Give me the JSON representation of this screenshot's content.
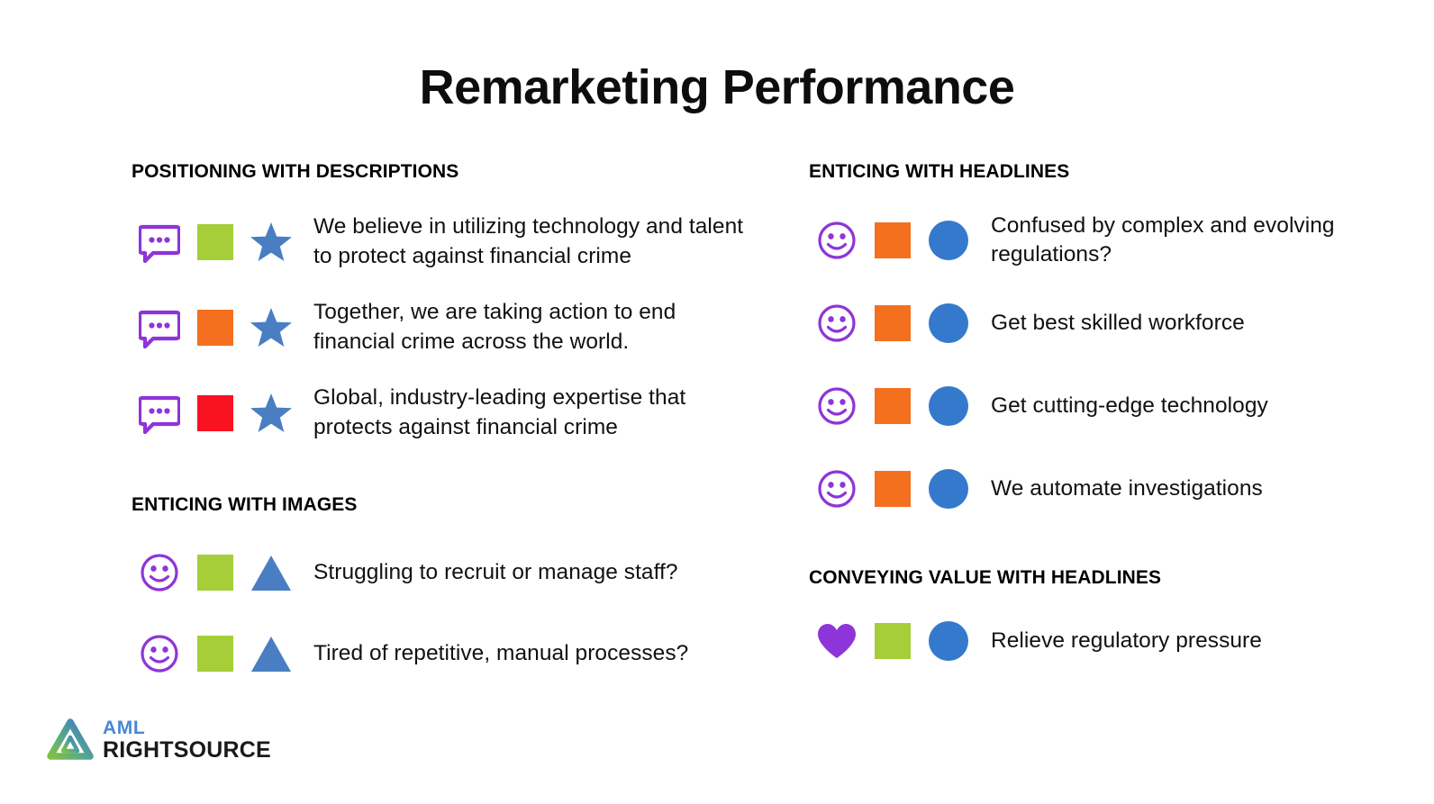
{
  "slide": {
    "title": "Remarketing Performance",
    "background": "#ffffff"
  },
  "colors": {
    "purple": "#8E35D9",
    "green": "#A5CE39",
    "orange": "#F4701F",
    "red": "#F91220",
    "blue": "#4A7EC2",
    "blue_circle": "#3579CC",
    "text": "#111111",
    "heading": "#000000",
    "logo_aml_blue": "#4A86D8",
    "logo_rightsource": "#1A1A1A",
    "logo_gradient_start": "#7FC241",
    "logo_gradient_end": "#3E79C9"
  },
  "columns": {
    "left": {
      "sections": [
        {
          "title": "POSITIONING WITH DESCRIPTIONS",
          "rows": [
            {
              "icons": [
                "speech-bubble-icon",
                "green-square-icon",
                "blue-star-icon"
              ],
              "icon_colors": [
                "#8E35D9",
                "#A5CE39",
                "#4A7EC2"
              ],
              "text": "We believe in utilizing technology and talent to protect against financial crime"
            },
            {
              "icons": [
                "speech-bubble-icon",
                "orange-square-icon",
                "blue-star-icon"
              ],
              "icon_colors": [
                "#8E35D9",
                "#F4701F",
                "#4A7EC2"
              ],
              "text": "Together, we are taking action to end financial crime across the world."
            },
            {
              "icons": [
                "speech-bubble-icon",
                "red-square-icon",
                "blue-star-icon"
              ],
              "icon_colors": [
                "#8E35D9",
                "#F91220",
                "#4A7EC2"
              ],
              "text": "Global, industry-leading expertise that protects against financial crime"
            }
          ]
        },
        {
          "title": "ENTICING WITH IMAGES",
          "rows": [
            {
              "icons": [
                "smiley-face-icon",
                "green-square-icon",
                "blue-triangle-icon"
              ],
              "icon_colors": [
                "#8E35D9",
                "#A5CE39",
                "#4A7EC2"
              ],
              "text": "Struggling to recruit or manage staff?"
            },
            {
              "icons": [
                "smiley-face-icon",
                "green-square-icon",
                "blue-triangle-icon"
              ],
              "icon_colors": [
                "#8E35D9",
                "#A5CE39",
                "#4A7EC2"
              ],
              "text": "Tired of repetitive, manual processes?"
            }
          ]
        }
      ]
    },
    "right": {
      "sections": [
        {
          "title": "ENTICING WITH HEADLINES",
          "rows": [
            {
              "icons": [
                "smiley-face-icon",
                "orange-square-icon",
                "blue-circle-icon"
              ],
              "icon_colors": [
                "#8E35D9",
                "#F4701F",
                "#3579CC"
              ],
              "text": "Confused by complex and evolving regulations?"
            },
            {
              "icons": [
                "smiley-face-icon",
                "orange-square-icon",
                "blue-circle-icon"
              ],
              "icon_colors": [
                "#8E35D9",
                "#F4701F",
                "#3579CC"
              ],
              "text": "Get best skilled workforce"
            },
            {
              "icons": [
                "smiley-face-icon",
                "orange-square-icon",
                "blue-circle-icon"
              ],
              "icon_colors": [
                "#8E35D9",
                "#F4701F",
                "#3579CC"
              ],
              "text": "Get cutting-edge technology"
            },
            {
              "icons": [
                "smiley-face-icon",
                "orange-square-icon",
                "blue-circle-icon"
              ],
              "icon_colors": [
                "#8E35D9",
                "#F4701F",
                "#3579CC"
              ],
              "text": "We automate investigations"
            }
          ]
        },
        {
          "title": "CONVEYING VALUE WITH HEADLINES",
          "rows": [
            {
              "icons": [
                "heart-icon",
                "green-square-icon",
                "blue-circle-icon"
              ],
              "icon_colors": [
                "#8E35D9",
                "#A5CE39",
                "#3579CC"
              ],
              "text": "Relieve regulatory pressure"
            }
          ]
        }
      ]
    }
  },
  "logo": {
    "mark": "aml-rightsource-triangle-logo",
    "line1": "AML",
    "line2": "RIGHTSOURCE"
  }
}
